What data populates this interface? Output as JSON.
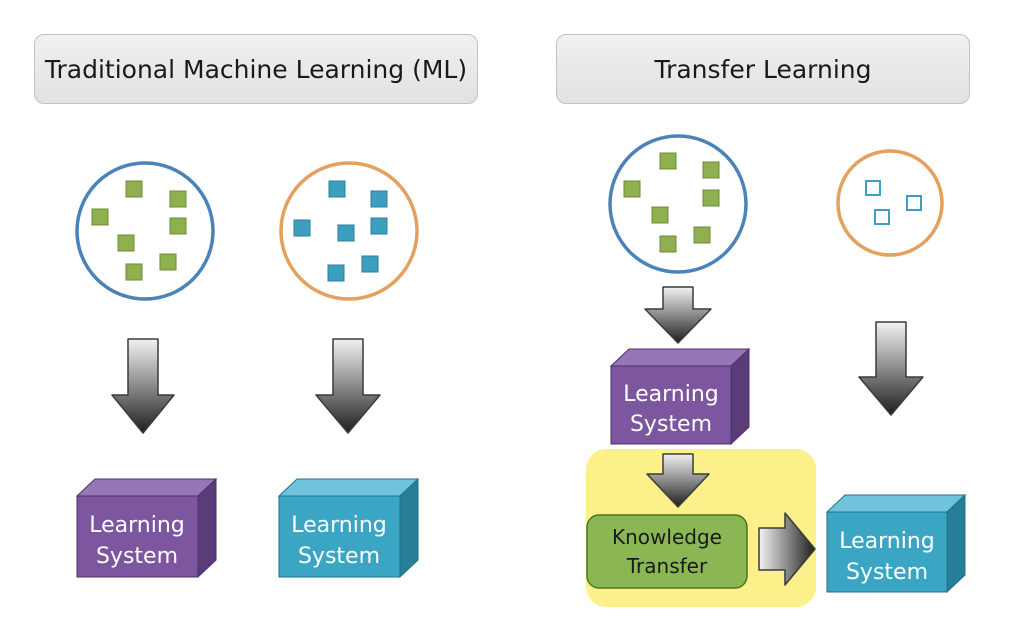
{
  "sections": {
    "traditional": {
      "title": "Traditional Machine Learning (ML)"
    },
    "transfer": {
      "title": "Transfer Learning"
    }
  },
  "boxes": {
    "learning_system_line1": "Learning",
    "learning_system_line2": "System",
    "knowledge_line1": "Knowledge",
    "knowledge_line2": "Transfer"
  },
  "colors": {
    "green_square": "#8fb04f",
    "blue_square": "#3c9fc0",
    "blue_circle": "#4a83b8",
    "orange_circle": "#e3a05e",
    "purple_box": "#7c569f",
    "teal_box": "#3aa6c4",
    "knowledge_box": "#8bb654",
    "highlight": "#fbf08a"
  }
}
